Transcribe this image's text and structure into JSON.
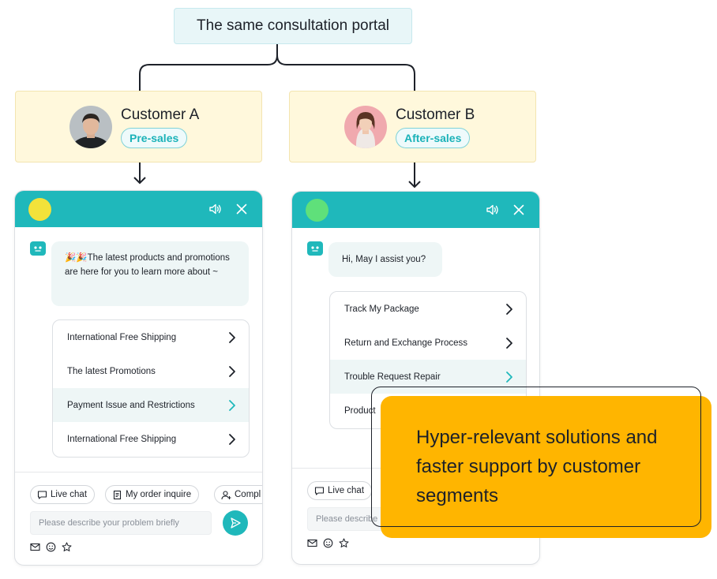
{
  "portal": {
    "title": "The same consultation portal"
  },
  "customers": [
    {
      "name": "Customer A",
      "segment": "Pre-sales"
    },
    {
      "name": "Customer B",
      "segment": "After-sales"
    }
  ],
  "widget_a": {
    "status_color": "#f2e23a",
    "greeting": "🎉🎉The latest products and promotions are here for you to learn more about ~",
    "menu": [
      "International Free Shipping",
      "The latest Promotions",
      "Payment Issue and Restrictions",
      "International Free Shipping"
    ],
    "chips": [
      "Live chat",
      "My order inquire",
      "Compl"
    ],
    "input_placeholder": "Please describe your problem briefly"
  },
  "widget_b": {
    "status_color": "#5fe07a",
    "greeting": "Hi, May I assist you?",
    "menu": [
      "Track My Package",
      "Return and Exchange Process",
      "Trouble Request Repair",
      "Product"
    ],
    "chips": [
      "Live chat"
    ],
    "input_placeholder": "Please describe"
  },
  "callout": {
    "text": "Hyper-relevant solutions and faster support by customer segments"
  },
  "colors": {
    "accent": "#1fb8bb",
    "callout": "#ffb500",
    "card": "#fff8dc",
    "portal": "#e8f6f8"
  },
  "icons": [
    "speaker-icon",
    "close-icon",
    "bot-icon",
    "chevron-right-icon",
    "chat-icon",
    "order-icon",
    "complaint-icon",
    "send-icon",
    "mail-icon",
    "emoji-icon",
    "star-icon"
  ]
}
